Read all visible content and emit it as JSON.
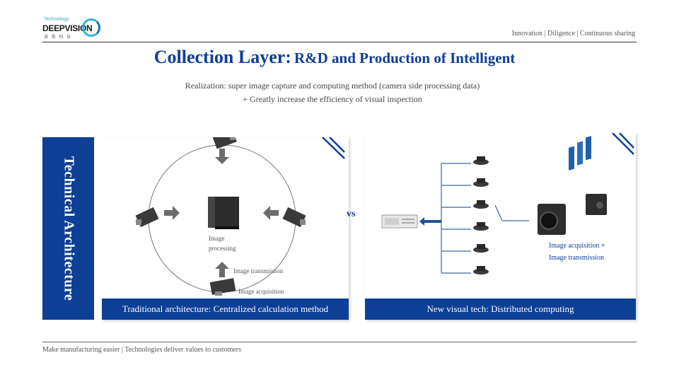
{
  "logo": {
    "small": "Technology",
    "brand": "DEEPVISION",
    "sub": "深 视 科 技"
  },
  "header": {
    "tagline": "Innovation | Diligence | Continuous sharing",
    "title_part1": "Collection Layer:",
    "title_part2": "R&D and Production of Intelligent",
    "subtitle_line1": "Realization: super image capture and computing method (camera side processing data)",
    "subtitle_line2": "+ Greatly increase the efficiency of visual inspection"
  },
  "sidebar": {
    "label": "Technical Architecture"
  },
  "left_panel": {
    "caption": "Traditional architecture: Centralized calculation method",
    "label_processing_1": "Image",
    "label_processing_2": "processing",
    "label_transmission": "Image transmission",
    "label_acquisition": "Image acquisition"
  },
  "vs_label": "vs",
  "right_panel": {
    "caption": "New visual tech: Distributed computing",
    "label_line1": "Image acquisition +",
    "label_line2": "Image transmission"
  },
  "footer": {
    "text": "Make manufacturing easier | Technologies deliver values to customers"
  },
  "colors": {
    "brand_blue": "#0d3f96",
    "arrow_gray": "#6b6b6b"
  }
}
